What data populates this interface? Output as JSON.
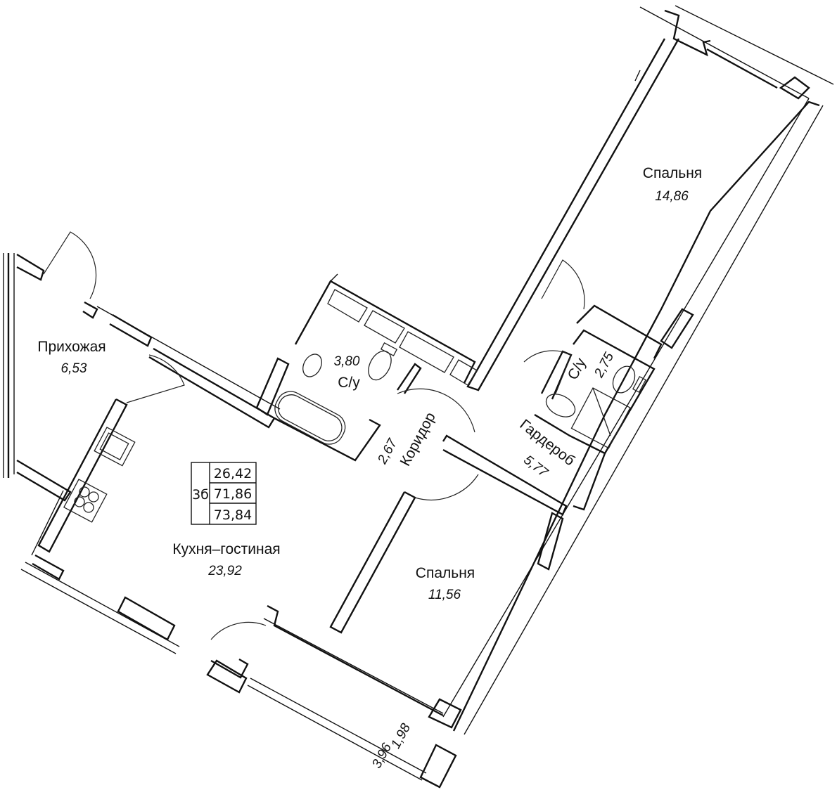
{
  "rooms": {
    "hall": {
      "name": "Прихожая",
      "area": "6,53"
    },
    "kitchen": {
      "name": "Кухня–гостиная",
      "area": "23,92"
    },
    "bath1": {
      "name": "С/у",
      "area": "3,80"
    },
    "corridor": {
      "name": "Коридор",
      "area": "2,67"
    },
    "bedroom_top": {
      "name": "Спальня",
      "area": "14,86"
    },
    "bath2": {
      "name": "С/у",
      "area": "2,75"
    },
    "wardrobe": {
      "name": "Гардероб",
      "area": "5,77"
    },
    "bedroom_bottom": {
      "name": "Спальня",
      "area": "11,56"
    },
    "balcony": {
      "area_1": "1,98",
      "area_2": "3,96"
    }
  },
  "summary": {
    "rooms_label": "3б",
    "living_area": "26,42",
    "total_area": "71,86",
    "total_area_with_balcony": "73,84"
  }
}
